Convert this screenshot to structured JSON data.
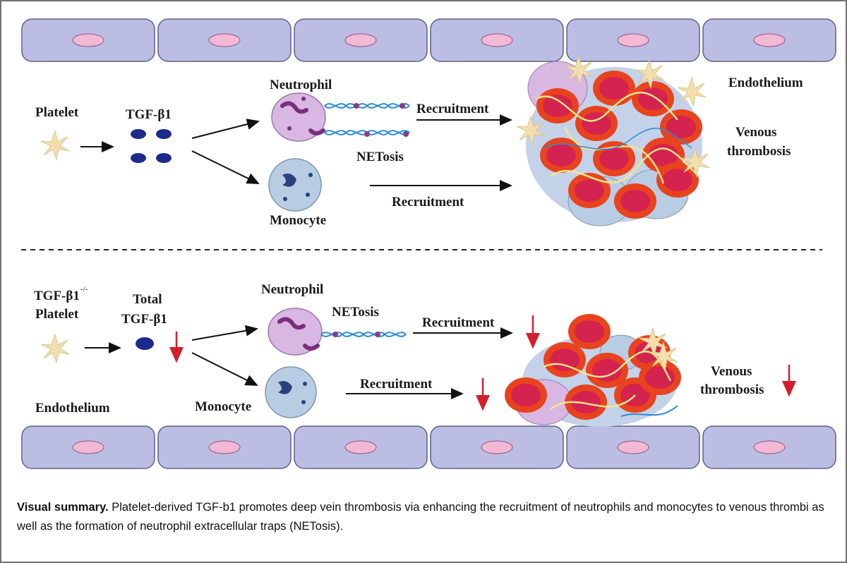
{
  "top_panel": {
    "platelet_label": "Platelet",
    "tgf_label": "TGF-β1",
    "neutrophil_label": "Neutrophil",
    "netosis_label": "NETosis",
    "recruitment_upper": "Recruitment",
    "monocyte_label": "Monocyte",
    "recruitment_lower": "Recruitment",
    "endothelium_label": "Endothelium",
    "venous_line1": "Venous",
    "venous_line2": "thrombosis"
  },
  "bottom_panel": {
    "platelet_line1": "TGF-β1",
    "platelet_superscript": "-/-",
    "platelet_line2": "Platelet",
    "total_line1": "Total",
    "total_line2": "TGF-β1",
    "neutrophil_label": "Neutrophil",
    "netosis_label": "NETosis",
    "recruitment_upper": "Recruitment",
    "monocyte_label": "Monocyte",
    "recruitment_lower": "Recruitment",
    "endothelium_label": "Endothelium",
    "venous_line1": "Venous",
    "venous_line2": "thrombosis"
  },
  "caption": {
    "bold": "Visual summary.",
    "text": " Platelet-derived TGF-b1 promotes deep vein thrombosis via enhancing the recruitment of neutrophils and monocytes to venous thrombi as well as the formation of neutrophil extracellular traps (NETosis)."
  },
  "colors": {
    "endothelium_cell": "#bcbde3",
    "nucleus": "#f2b8d6",
    "platelet": "#f3dfae",
    "tgf": "#1c2a8c",
    "neutrophil": "#d8b7e2",
    "monocyte": "#b8cde3",
    "rbc_outer": "#e8431e",
    "rbc_inner": "#d4234e",
    "reduction_arrow": "#d41f2b"
  },
  "icons": [
    "platelet-icon",
    "tgf-beta1-icon",
    "neutrophil-icon",
    "monocyte-icon",
    "net-strand-icon",
    "thrombus-icon",
    "down-arrow-icon"
  ]
}
